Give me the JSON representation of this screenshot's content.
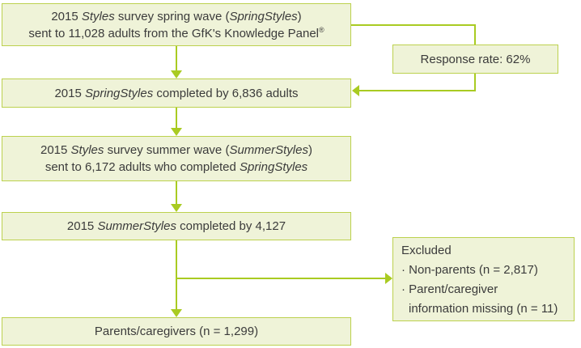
{
  "colors": {
    "box_fill": "#eff3d8",
    "box_border": "#bcd14e",
    "connector": "#a9cb22",
    "text": "#3b3b3b"
  },
  "flowchart": {
    "spring_sent": {
      "lines": [
        {
          "runs": [
            {
              "t": "2015 "
            },
            {
              "t": "Styles",
              "i": true
            },
            {
              "t": " survey spring wave ("
            },
            {
              "t": "SpringStyles",
              "i": true
            },
            {
              "t": ")"
            }
          ]
        },
        {
          "runs": [
            {
              "t": "sent to 11,028 adults from the GfK's Knowledge Panel"
            },
            {
              "t": "®",
              "sup": true
            }
          ]
        }
      ]
    },
    "response_rate": {
      "lines": [
        {
          "runs": [
            {
              "t": "Response rate: 62%"
            }
          ]
        }
      ]
    },
    "spring_completed": {
      "lines": [
        {
          "runs": [
            {
              "t": "2015 "
            },
            {
              "t": "SpringStyles",
              "i": true
            },
            {
              "t": " completed by 6,836 adults"
            }
          ]
        }
      ]
    },
    "summer_sent": {
      "lines": [
        {
          "runs": [
            {
              "t": "2015 "
            },
            {
              "t": "Styles",
              "i": true
            },
            {
              "t": " survey summer wave ("
            },
            {
              "t": "SummerStyles",
              "i": true
            },
            {
              "t": ")"
            }
          ]
        },
        {
          "runs": [
            {
              "t": "sent to 6,172 adults who completed "
            },
            {
              "t": "SpringStyles",
              "i": true
            }
          ]
        }
      ]
    },
    "summer_completed": {
      "lines": [
        {
          "runs": [
            {
              "t": "2015 "
            },
            {
              "t": "SummerStyles",
              "i": true
            },
            {
              "t": " completed by 4,127"
            }
          ]
        }
      ]
    },
    "excluded": {
      "lines": [
        {
          "runs": [
            {
              "t": "Excluded"
            }
          ]
        },
        {
          "runs": [
            {
              "t": "· Non-parents (n = 2,817)"
            }
          ]
        },
        {
          "runs": [
            {
              "t": "· Parent/caregiver"
            }
          ]
        },
        {
          "runs": [
            {
              "t": "information missing (n = 11)"
            }
          ],
          "indent": true
        }
      ]
    },
    "parents": {
      "lines": [
        {
          "runs": [
            {
              "t": "Parents/caregivers (n = 1,299)"
            }
          ]
        }
      ]
    }
  }
}
